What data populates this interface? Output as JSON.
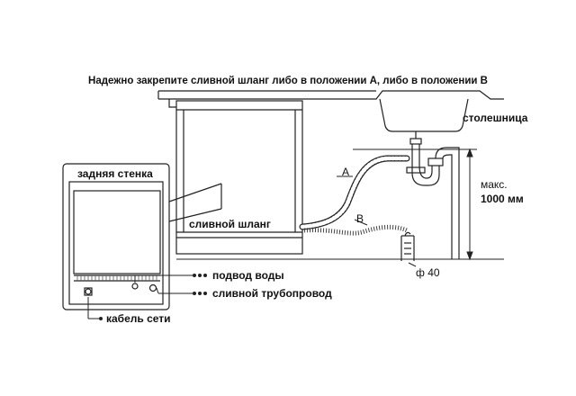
{
  "instruction": "Надежно закрепите сливной шланг либо в положении А, либо в положении В",
  "labels": {
    "countertop": "столешница",
    "back_wall": "задняя стенка",
    "drain_hose": "сливной шланг",
    "max_height_line1": "макс.",
    "max_height_line2": "1000 мм",
    "position_a": "A",
    "position_b": "B",
    "pipe_diameter": "ф 40",
    "water_inlet": "подвод воды",
    "drain_pipe": "сливной трубопровод",
    "power_cable": "кабель сети"
  }
}
